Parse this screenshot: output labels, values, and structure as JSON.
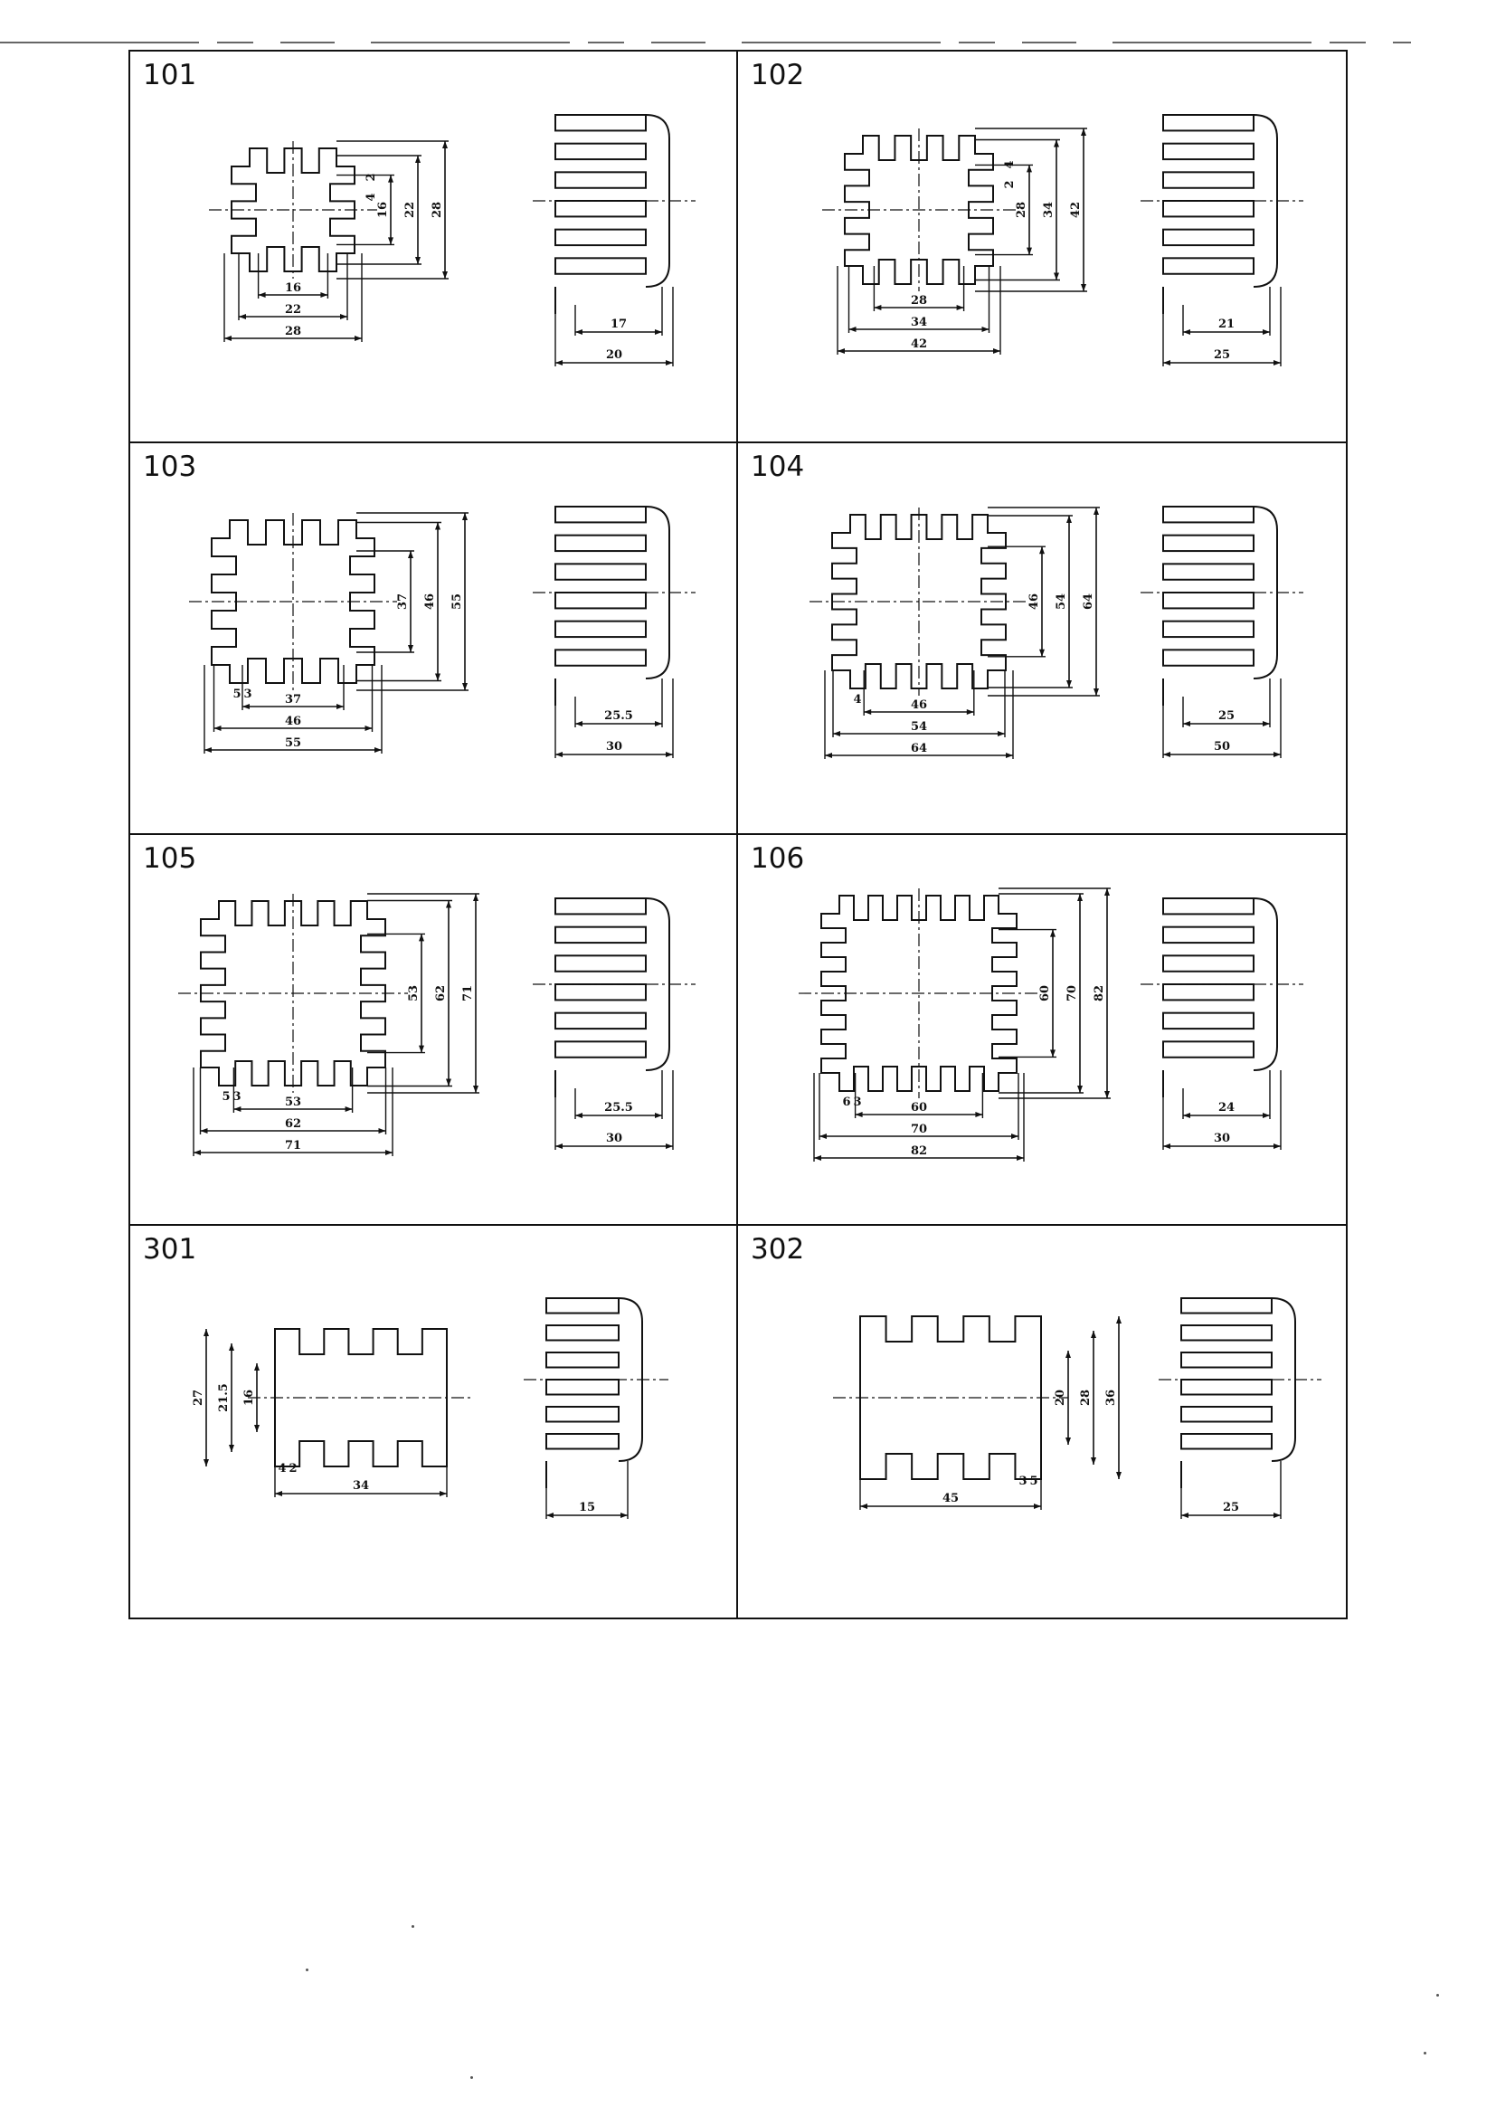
{
  "panels": [
    {
      "id": "101",
      "front": {
        "width": [
          "16",
          "22",
          "28"
        ],
        "height": [
          "2",
          "4",
          "16",
          "22",
          "28"
        ]
      },
      "side": {
        "dims": [
          "17",
          "20"
        ]
      }
    },
    {
      "id": "102",
      "front": {
        "width": [
          "28",
          "34",
          "42"
        ],
        "height": [
          "4",
          "2",
          "28",
          "34",
          "42"
        ]
      },
      "side": {
        "dims": [
          "21",
          "25"
        ]
      }
    },
    {
      "id": "103",
      "front": {
        "width": [
          "37",
          "46",
          "55"
        ],
        "height": [
          "37",
          "46",
          "55"
        ],
        "fin": [
          "5",
          "3"
        ]
      },
      "side": {
        "dims": [
          "25.5",
          "30"
        ]
      }
    },
    {
      "id": "104",
      "front": {
        "width": [
          "46",
          "54",
          "64"
        ],
        "height": [
          "46",
          "54",
          "64"
        ],
        "fin": [
          "4"
        ]
      },
      "side": {
        "dims": [
          "25",
          "50"
        ]
      }
    },
    {
      "id": "105",
      "front": {
        "width": [
          "53",
          "62",
          "71"
        ],
        "height": [
          "53",
          "62",
          "71"
        ],
        "fin": [
          "5",
          "3"
        ]
      },
      "side": {
        "dims": [
          "25.5",
          "30"
        ]
      }
    },
    {
      "id": "106",
      "front": {
        "width": [
          "60",
          "70",
          "82"
        ],
        "height": [
          "60",
          "70",
          "82"
        ],
        "fin": [
          "6",
          "3"
        ]
      },
      "side": {
        "dims": [
          "24",
          "30"
        ]
      }
    },
    {
      "id": "301",
      "front": {
        "width": [
          "34"
        ],
        "height": [
          "27",
          "21.5",
          "16"
        ],
        "fin": [
          "4",
          "2"
        ]
      },
      "side": {
        "dims": [
          "15"
        ]
      }
    },
    {
      "id": "302",
      "front": {
        "width": [
          "45"
        ],
        "height": [
          "20",
          "28",
          "36"
        ],
        "fin": [
          "3",
          "5"
        ]
      },
      "side": {
        "dims": [
          "25"
        ]
      }
    }
  ]
}
